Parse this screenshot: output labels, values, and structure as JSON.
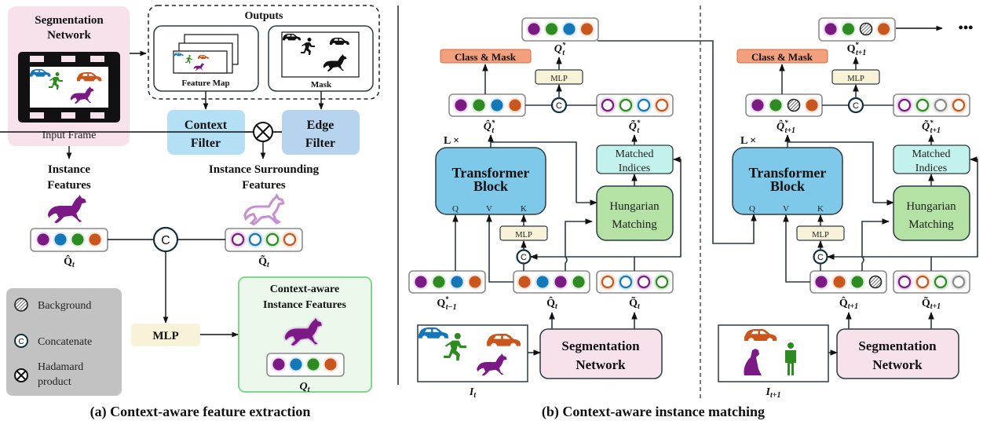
{
  "colors": {
    "purple": "#7b1a85",
    "blue": "#1478b8",
    "green": "#2e8b22",
    "orange": "#c9561c",
    "gray": "#8a8a8a",
    "seg_network_fill": "#f7e1ea",
    "filter_context_fill": "#b3e0f5",
    "filter_edge_fill": "#b7d4ee",
    "transformer_fill": "#7ec8ea",
    "hungarian_fill": "#b3e2a4",
    "matched_fill": "#c3f2ec",
    "class_mask_fill": "#f2a07e",
    "mlp_fill": "#f8f3d8",
    "legend_fill": "#c2c2c2",
    "context_aware_fill": "#ecf8ec",
    "context_aware_border": "#7fd88a"
  },
  "panel_a": {
    "caption": "(a) Context-aware feature extraction",
    "seg_network": {
      "title_line1": "Segmentation",
      "title_line2": "Network",
      "input_label": "Input Frame"
    },
    "outputs": {
      "title": "Outputs",
      "feature_map_label": "Feature Map",
      "mask_label": "Mask"
    },
    "context_filter": {
      "line1": "Context",
      "line2": "Filter"
    },
    "edge_filter": {
      "line1": "Edge",
      "line2": "Filter"
    },
    "instance_features": {
      "line1": "Instance",
      "line2": "Features"
    },
    "surrounding_features": {
      "line1": "Instance Surrounding",
      "line2": "Features"
    },
    "q_hat_label": "Q̂",
    "q_tilde_label": "Q̃",
    "subscript_t": "t",
    "q_hat_dots": [
      "purple",
      "blue",
      "green",
      "orange"
    ],
    "q_tilde_rings": [
      "purple",
      "blue",
      "green",
      "orange"
    ],
    "mlp_label": "MLP",
    "context_aware": {
      "line1": "Context-aware",
      "line2": "Instance Features",
      "q_label": "Q",
      "q_sub": "t",
      "dots": [
        "purple",
        "blue",
        "green",
        "orange"
      ]
    },
    "legend": [
      {
        "icon": "background-icon",
        "label": "Background"
      },
      {
        "icon": "concatenate-icon",
        "label": "Concatenate"
      },
      {
        "icon": "hadamard-icon",
        "label_line1": "Hadamard",
        "label_line2": "product"
      }
    ],
    "concat_symbol": "C"
  },
  "panel_b": {
    "caption": "(b) Context-aware instance matching",
    "ellipsis": "•••",
    "frame_t": {
      "q_star_label": "Q",
      "q_star_sub": "t",
      "q_star_sup": "*",
      "q_star_dots": [
        "purple",
        "green",
        "blue",
        "orange"
      ],
      "class_mask": "Class & Mask",
      "mlp_top": "MLP",
      "q_hat_star_label": "Q̂",
      "q_hat_star_sub": "t",
      "q_hat_star_sup": "*",
      "q_hat_star_dots": [
        "purple",
        "green",
        "blue",
        "orange"
      ],
      "q_tilde_star_label": "Q̃",
      "q_tilde_star_sub": "t",
      "q_tilde_star_sup": "*",
      "q_tilde_star_rings": [
        "purple",
        "green",
        "blue",
        "orange"
      ],
      "layers": "L ×",
      "transformer_line1": "Transformer",
      "transformer_line2": "Block",
      "port_q": "Q",
      "port_v": "V",
      "port_k": "K",
      "matched_line1": "Matched",
      "matched_line2": "Indices",
      "hungarian_line1": "Hungarian",
      "hungarian_line2": "Matching",
      "mlp_k": "MLP",
      "q_prev_label": "Q",
      "q_prev_sub": "t−1",
      "q_prev_sup": "*",
      "q_prev_dots": [
        "purple",
        "green",
        "blue",
        "orange"
      ],
      "q_hat_label": "Q̂",
      "q_hat_sub": "t",
      "q_hat_dots": [
        "orange",
        "blue",
        "purple",
        "green"
      ],
      "q_tilde_label": "Q̃",
      "q_tilde_sub": "t",
      "q_tilde_rings": [
        "orange",
        "blue",
        "purple",
        "green"
      ],
      "seg_line1": "Segmentation",
      "seg_line2": "Network",
      "image_label": "I",
      "image_sub": "t"
    },
    "frame_t1": {
      "q_star_label": "Q",
      "q_star_sub": "t+1",
      "q_star_sup": "*",
      "q_star_dots": [
        "purple",
        "green",
        "background",
        "orange"
      ],
      "class_mask": "Class & Mask",
      "mlp_top": "MLP",
      "q_hat_star_label": "Q̂",
      "q_hat_star_sub": "t+1",
      "q_hat_star_sup": "*",
      "q_hat_star_dots": [
        "purple",
        "green",
        "background",
        "orange"
      ],
      "q_tilde_star_label": "Q̃",
      "q_tilde_star_sub": "t+1",
      "q_tilde_star_sup": "*",
      "q_tilde_star_rings": [
        "purple",
        "green",
        "gray",
        "orange"
      ],
      "layers": "L ×",
      "transformer_line1": "Transformer",
      "transformer_line2": "Block",
      "port_q": "Q",
      "port_v": "V",
      "port_k": "K",
      "matched_line1": "Matched",
      "matched_line2": "Indices",
      "hungarian_line1": "Hungarian",
      "hungarian_line2": "Matching",
      "mlp_k": "MLP",
      "q_hat_label": "Q̂",
      "q_hat_sub": "t+1",
      "q_hat_dots": [
        "purple",
        "orange",
        "green",
        "background"
      ],
      "q_tilde_label": "Q̃",
      "q_tilde_sub": "t+1",
      "q_tilde_rings": [
        "purple",
        "orange",
        "green",
        "gray"
      ],
      "seg_line1": "Segmentation",
      "seg_line2": "Network",
      "image_label": "I",
      "image_sub": "t+1"
    }
  }
}
